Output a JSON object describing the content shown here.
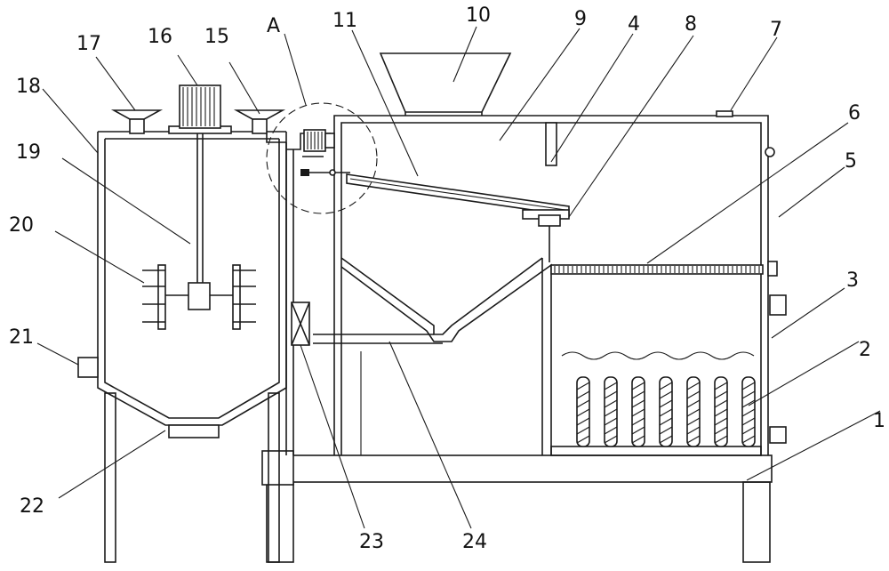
{
  "labels": {
    "l1": "1",
    "l2": "2",
    "l3": "3",
    "l4": "4",
    "l5": "5",
    "l6": "6",
    "l7": "7",
    "l8": "8",
    "l9": "9",
    "l10": "10",
    "l11": "11",
    "l15": "15",
    "l16": "16",
    "l17": "17",
    "l18": "18",
    "l19": "19",
    "l20": "20",
    "l21": "21",
    "l22": "22",
    "l23": "23",
    "l24": "24",
    "lA": "A"
  }
}
